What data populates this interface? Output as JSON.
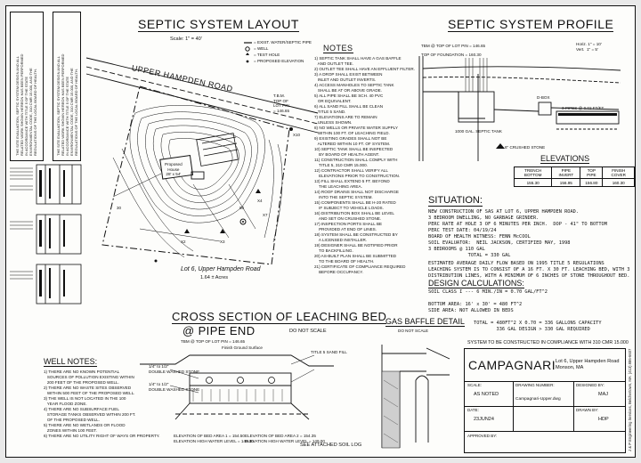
{
  "layout": {
    "title": "SEPTIC SYSTEM LAYOUT",
    "scale": "Scale: 1\" = 40'",
    "road": "UPPER HAMPDEN ROAD",
    "lot": "Lot 6, Upper Hampden Road",
    "acres": "1.64 ± Acres",
    "tbm": "T.B.M.\nTOP OF\nLOT PIN\n= 146.65",
    "house": "Proposed\nHouse\n28' x 54'",
    "legend": [
      "= EXIST. WATER/SEPTIC PIPE",
      "= WELL",
      "= TEST HOLE",
      "= PROPOSED ELEVATION"
    ]
  },
  "notes": {
    "title": "NOTES",
    "items": [
      "1) SEPTIC TANK SHALL HAVE A GAS BAFFLE",
      "   AND OUTLET TEE.",
      "2) OUTLET TEE SHALL HAVE AN EFFLUENT FILTER.",
      "3) A DROP SHALL EXIST BETWEEN",
      "   INLET AND OUTLET INVERTS.",
      "4) ACCESS MANHOLES TO SEPTIC TANK",
      "   SHALL BE AT OR ABOVE GRADE.",
      "5) ALL PIPE SHALL BE SCH. 40 PVC",
      "   OR EQUIVALENT.",
      "6) ALL SAND FILL SHALL BE CLEAN",
      "   TITLE 5 SAND.",
      "7) ELEVATIONS ARE TO REMAIN",
      "   UNLESS SHOWN.",
      "8) NO WELLS OR PRIVATE WATER SUPPLY",
      "   WITHIN 100 FT. OF LEACHING FIELD.",
      "9) EXISTING GRADES SHALL NOT BE",
      "   ALTERED WITHIN 10 FT. OF SYSTEM.",
      "10) SEPTIC TANK SHALL BE INSPECTED",
      "    BY BOARD OF HEALTH AGENT.",
      "11) CONSTRUCTION SHALL COMPLY WITH",
      "    TITLE 5, 310 CMR 15.000.",
      "12) CONTRACTOR SHALL VERIFY ALL",
      "    ELEVATIONS PRIOR TO CONSTRUCTION.",
      "13) FILL SHALL EXTEND 5 FT. BEYOND",
      "    THE LEACHING AREA.",
      "14) ROOF DRAINS SHALL NOT DISCHARGE",
      "    INTO THE SEPTIC SYSTEM.",
      "15) COMPONENTS SHALL BE H-20 RATED",
      "    IF SUBJECT TO VEHICLE LOADS.",
      "16) DISTRIBUTION BOX SHALL BE LEVEL",
      "    AND SET ON CRUSHED STONE.",
      "17) INSPECTION PORTS SHALL BE",
      "    PROVIDED AT END OF LINES.",
      "18) SYSTEM SHALL BE CONSTRUCTED BY",
      "    A LICENSED INSTALLER.",
      "19) DESIGNER SHALL BE NOTIFIED PRIOR",
      "    TO BACKFILLING.",
      "20) AS-BUILT PLAN SHALL BE SUBMITTED",
      "    TO THE BOARD OF HEALTH.",
      "21) CERTIFICATE OF COMPLIANCE REQUIRED",
      "    BEFORE OCCUPANCY."
    ]
  },
  "profile": {
    "title": "SEPTIC SYSTEM PROFILE",
    "tbm": "TBM @ TOP OF LOT PIN = 146.65",
    "scale": "Horiz. 1\" = 10'\nVert.  1\" = 5'",
    "foundation": "TOP OF FOUNDATION = 160.30",
    "tank": "1000 GAL. SEPTIC TANK",
    "dbox": "D-BOX",
    "pipes": "3 PIPES @ 0.02 FT/FT",
    "stone": "6\" CRUSHED STONE",
    "elevtitle": "ELEVATIONS",
    "elevheaders": [
      "TRENCH BOTTOM",
      "PIPE INVERT",
      "TOP PIPE",
      "FINISH COVER"
    ],
    "elevvalues": [
      "155.30",
      "156.95",
      "156.80",
      "160.30"
    ]
  },
  "situation": {
    "title": "SITUATION:",
    "lines": [
      "NEW CONSTRUCTION OF SAS AT LOT 6, UPPER HAMPDEN ROAD.",
      "3 BEDROOM DWELLING, NO GARBAGE GRINDER.",
      "PERC RATE AT HOLE 3 OF 6 MINUTES PER INCH.  DOP - 41\" TO BOTTOM",
      "PERC TEST DATE: 04/19/24",
      "BOARD OF HEALTH WITNESS: FENN McCOOL",
      "SOIL EVALUATOR:  NEIL JACKSON, CERTIFIED MAY, 1998",
      "3 BEDROOMS @ 110 GAL",
      "              TOTAL = 330 GAL",
      "ESTIMATED AVERAGE DAILY FLOW BASED ON 1995 TITLE 5 REGULATIONS",
      "LEACHING SYSTEM IS TO CONSIST OF A 16 FT. X 30 FT. LEACHING BED, WITH 3",
      "DISTRIBUTION LINES, WITH A MINIMUM OF 6 INCHES OF STONE THROUGHOUT BED."
    ],
    "design_title": "DESIGN CALCULATIONS:",
    "design_lines": [
      "SOIL CLASS I --- 6 MIN./IN = 0.70 GAL/FT^2",
      "",
      "BOTTOM AREA: 16' x 30' = 480 FT^2",
      "SIDE AREA: NOT ALLOWED IN BEDS",
      "",
      "                TOTAL = 480FT^2 X 0.70 = 336 GALLONS CAPACITY",
      "                        336 GAL DESIGN > 330 GAL REQUIRED"
    ]
  },
  "cross": {
    "title": "CROSS SECTION OF LEACHING BED",
    "subtitle": "@ PIPE END",
    "notscale": "DO NOT SCALE",
    "tbm": "TBM @ TOP OF LOT PIN = 146.65",
    "grade": "Finish Ground Surface",
    "pipe1": "1/4\" to 1/2\"\nDOUBLE WASHED STONE",
    "pipe2": "1/4\" to 1/2\"\nDOUBLE WASHED STONE",
    "fill": "TITLE 5 SAND FILL",
    "elev1": "ELEVATION OF BED AREA 1 = 154.50\nELEVATION HIGH WATER LEVEL = 149.00",
    "elev2": "ELEVATION OF BED AREA 2 = 154.35\nELEVATION HIGH WATER LEVEL = 149.00",
    "soillog": "SEE ATTACHED SOIL LOG"
  },
  "baffle": {
    "title": "GAS BAFFLE DETAIL",
    "notscale": "DO NOT SCALE"
  },
  "wells": {
    "title": "WELL NOTES:",
    "items": [
      "1) THERE ARE NO KNOWN POTENTIAL",
      "   SOURCES OF POLLUTION EXISTING WITHIN",
      "   200 FEET OF THE PROPOSED WELL.",
      "2) THERE ARE NO WASTE SITES OBSERVED",
      "   WITHIN 500 FEET OF THE PROPOSED WELL.",
      "3) THE WELL IS NOT LOCATED IN THE 100",
      "   YEAR FLOOD ZONE.",
      "4) THERE ARE NO SUBSURFACE FUEL",
      "   STORAGE TANKS OBSERVED WITHIN 200 FT.",
      "   OF THE PROPOSED WELL.",
      "5) THERE ARE NO WETLANDS OR FLOOD",
      "   ZONES WITHIN 100 FEET.",
      "6) THERE ARE NO UTILITY RIGHT OF WAYS OR PROPERTY."
    ]
  },
  "titleblock": {
    "compliance": "SYSTEM TO BE CONSTRUCTED IN COMPLIANCE WITH 310 CMR 15.000",
    "firm": "CAMPAGNARI",
    "address": "Lot 6, Upper Hampden Road\nMonson, MA",
    "scale_label": "SCALE:",
    "scale_value": "AS NOTED",
    "date_label": "DATE:",
    "date_value": "23JUN24",
    "drawing_label": "DRAWING NUMBER:",
    "drawing_value": "Campagnari-Upper.dwg",
    "designed_label": "DESIGNED BY:",
    "designed_value": "MAJ",
    "drawn_label": "DRAWN BY:",
    "drawn_value": "HDP",
    "approved_label": "APPROVED BY:",
    "side": "J & P Engineering Services, Belchertown, MA  (413) 886-6607"
  },
  "left_stamp": "THE SITE EVALUATION, SEPTIC SYSTEM DESIGN AND ALL\nRELATED WORK SHOWN HEREON HAS BEEN PERFORMED\nIN ACCORDANCE WITH TITLE 5 OF THE STATE\nENVIRONMENTAL CODE, 310 CMR 15.000, AND THE\nREGULATIONS OF THE LOCAL BOARD OF HEALTH."
}
